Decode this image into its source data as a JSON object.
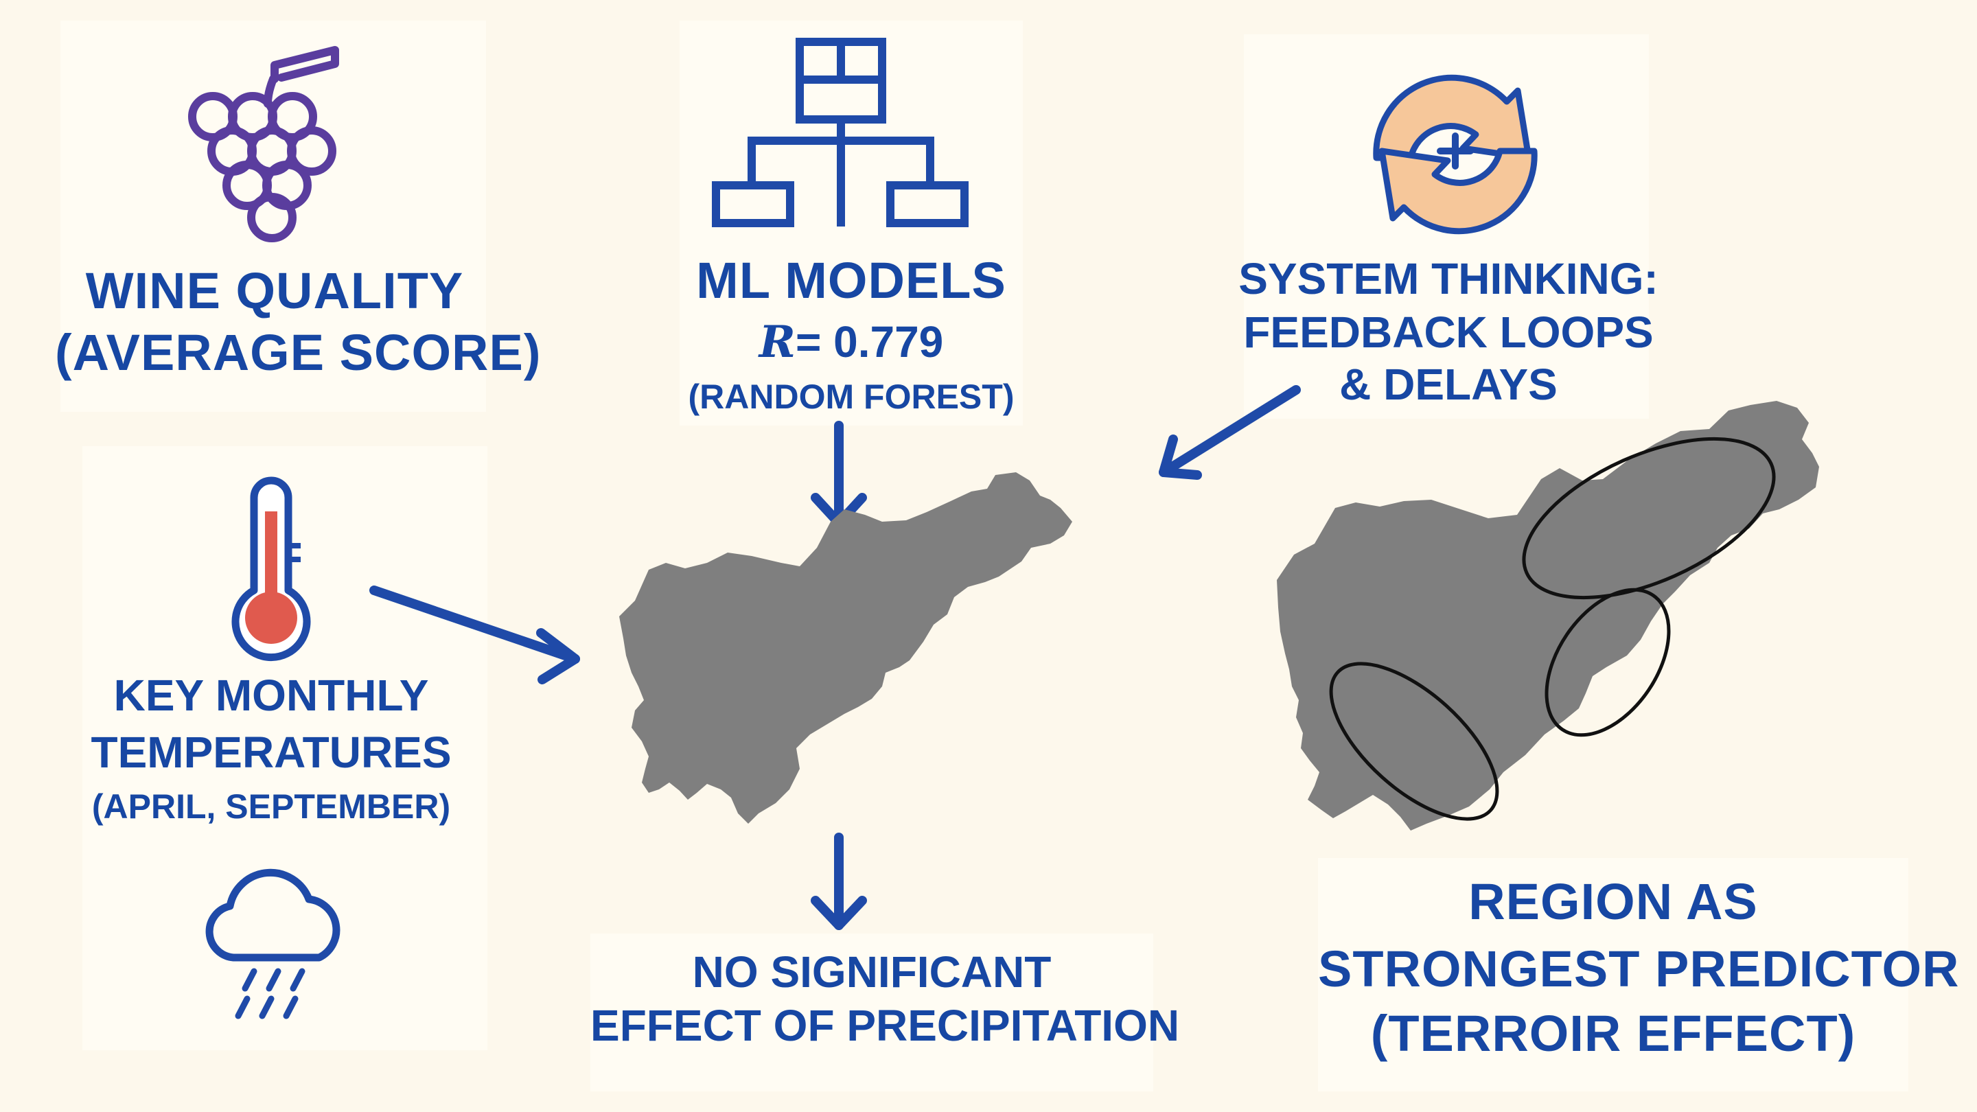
{
  "wine": {
    "title": "WINE QUALITY",
    "subtitle": "(AVERAGE SCORE)",
    "icon": "grapes-icon"
  },
  "ml": {
    "title": "ML MODELS",
    "r_symbol": "R",
    "r_value": "= 0.779",
    "method": "(RANDOM FOREST)",
    "icon": "hierarchy-icon"
  },
  "system": {
    "line1": "SYSTEM THINKING:",
    "line2": "FEEDBACK LOOPS",
    "line3": "& DELAYS",
    "icon": "feedback-loop-icon"
  },
  "temperature": {
    "line1": "KEY MONTHLY",
    "line2": "TEMPERATURES",
    "line3": "(APRIL, SEPTEMBER)",
    "icon": "thermometer-icon"
  },
  "precipitation": {
    "line1": "NO SIGNIFICANT",
    "line2": "EFFECT OF PRECIPITATION",
    "icon": "rain-cloud-icon"
  },
  "region": {
    "line1": "REGION AS",
    "line2": "STRONGEST PREDICTOR",
    "line3": "(TERROIR EFFECT)"
  },
  "colors": {
    "background": "#fdf8ec",
    "text_blue": "#1747a3",
    "arrow_blue": "#1f4aa8",
    "grape_purple": "#5a3d9e",
    "map_gray": "#7f7f7f",
    "cycle_orange": "#f6c79a",
    "thermo_red": "#e05a4e"
  }
}
